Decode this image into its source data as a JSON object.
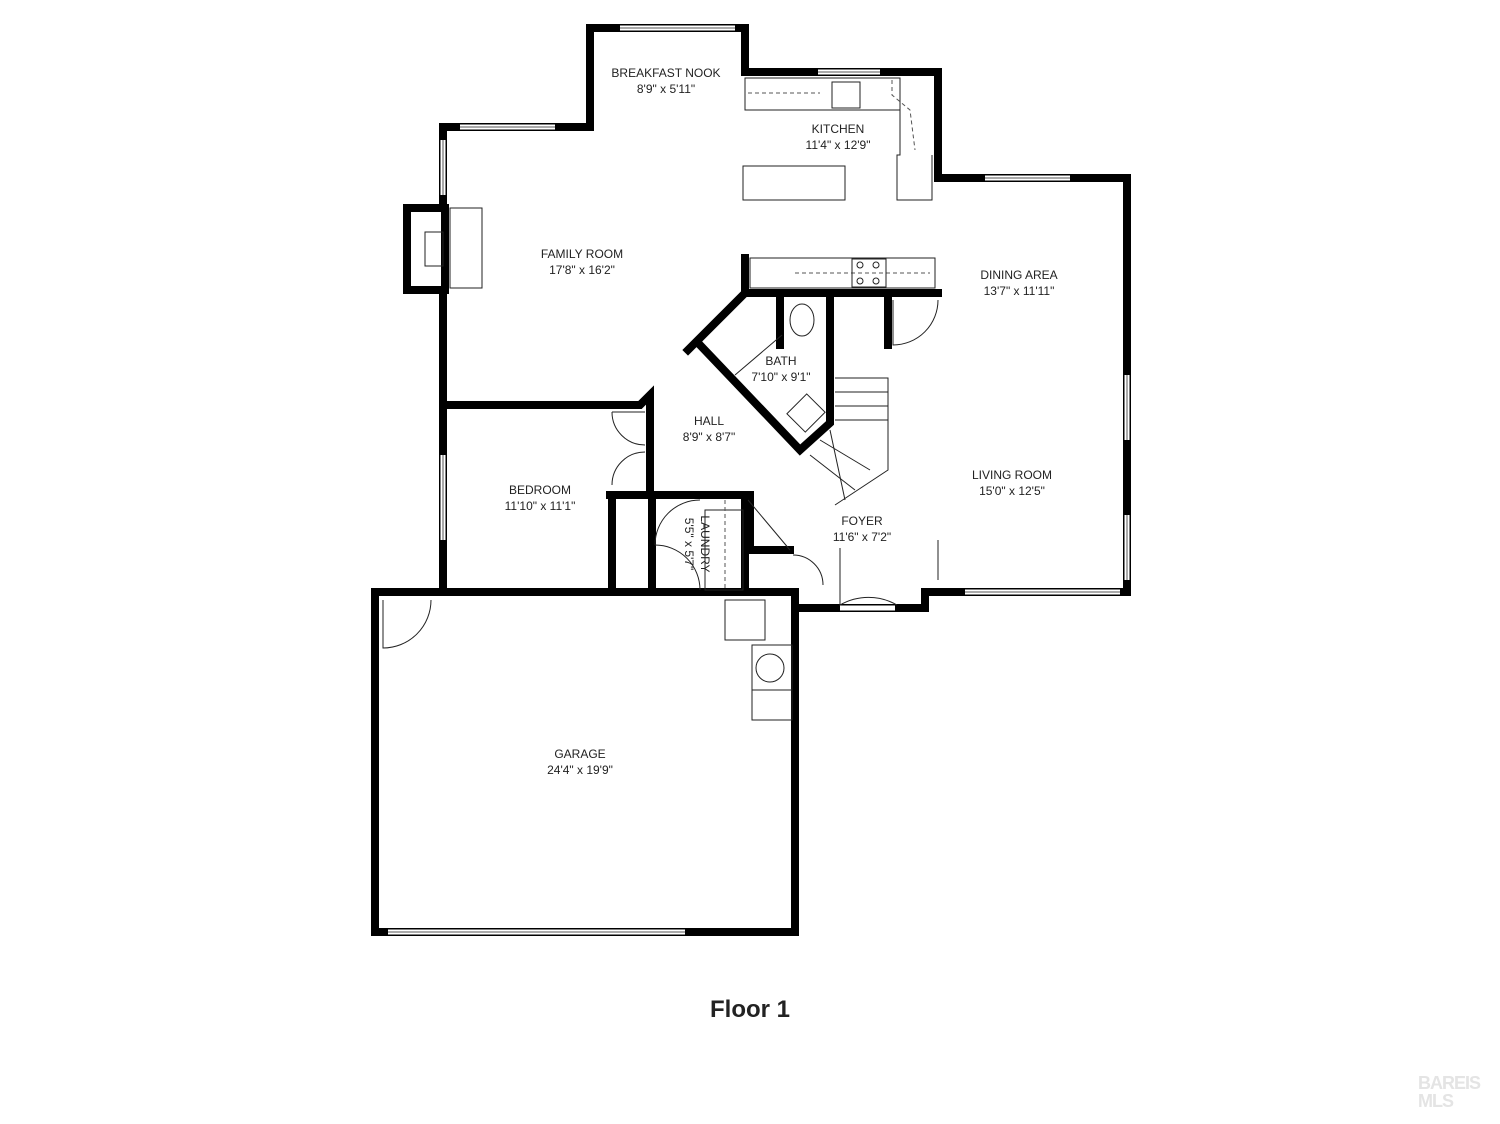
{
  "floor_title": "Floor 1",
  "watermark": "BAREIS MLS",
  "rooms": [
    {
      "name": "BREAKFAST NOOK",
      "size": "8'9\" x 5'11\""
    },
    {
      "name": "KITCHEN",
      "size": "11'4\" x 12'9\""
    },
    {
      "name": "FAMILY ROOM",
      "size": "17'8\" x 16'2\""
    },
    {
      "name": "DINING AREA",
      "size": "13'7\" x 11'11\""
    },
    {
      "name": "BATH",
      "size": "7'10\" x 9'1\""
    },
    {
      "name": "HALL",
      "size": "8'9\" x 8'7\""
    },
    {
      "name": "BEDROOM",
      "size": "11'10\" x 11'1\""
    },
    {
      "name": "LIVING ROOM",
      "size": "15'0\" x 12'5\""
    },
    {
      "name": "FOYER",
      "size": "11'6\" x 7'2\""
    },
    {
      "name": "LAUNDRY",
      "size": "5'5\" x 5'7\""
    },
    {
      "name": "GARAGE",
      "size": "24'4\" x 19'9\""
    }
  ]
}
